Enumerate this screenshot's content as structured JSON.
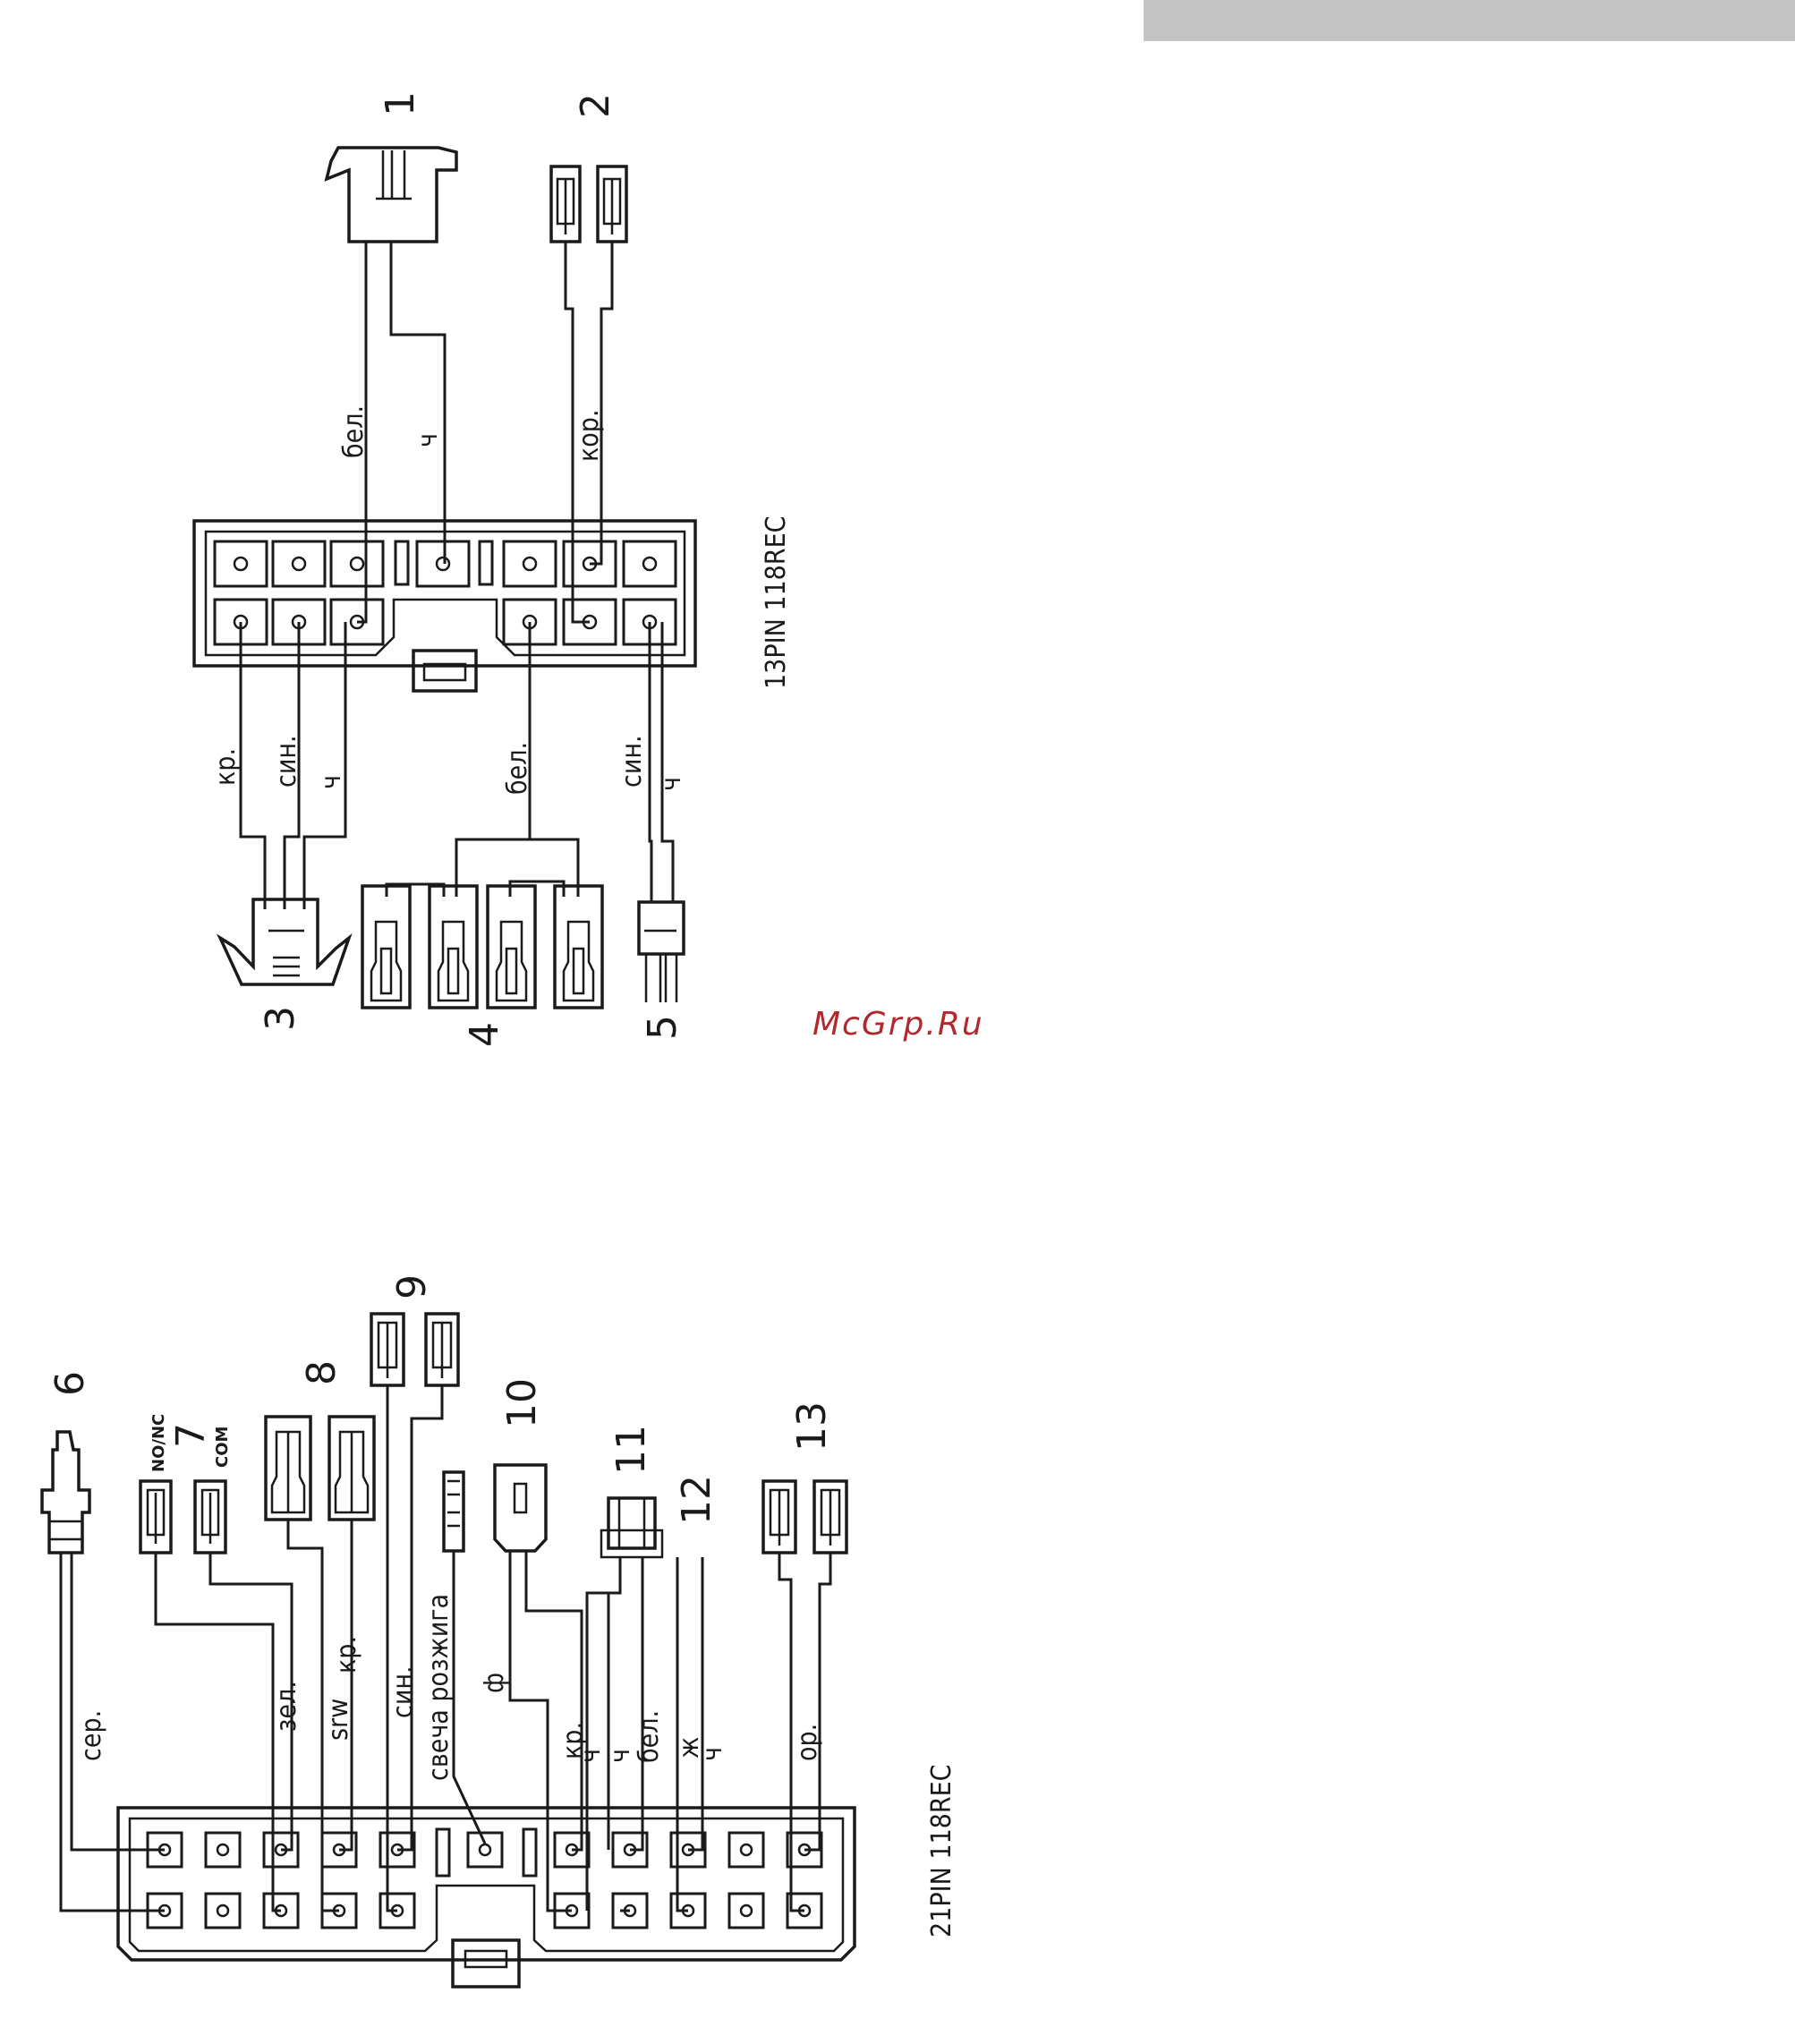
{
  "header_bar_color": "#c4c4c4",
  "watermark": {
    "text": "McGrp.Ru",
    "color": "#b3282d"
  },
  "connector_13pin": {
    "title": "13PIN 118REC",
    "component_numbers": [
      "1",
      "2",
      "3",
      "4",
      "5"
    ],
    "wire_labels": {
      "to_1_a": "бел.",
      "to_1_b": "ч",
      "to_2": "кор.",
      "to_3_a": "кр.",
      "to_3_b": "син.",
      "to_3_c": "ч",
      "to_4": "бел.",
      "to_5_a": "син.",
      "to_5_b": "ч"
    }
  },
  "connector_21pin": {
    "title": "21PIN 118REC",
    "component_numbers": [
      "6",
      "7",
      "8",
      "9",
      "10",
      "11",
      "12",
      "13"
    ],
    "switch_labels": {
      "no_nc": "NO/NC",
      "com": "COM"
    },
    "wire_labels": {
      "to_6": "сер.",
      "to_7": "зел.",
      "to_8": "кр.",
      "to_8_b": "srw",
      "to_9": "син.",
      "to_10_plug": "свеча розжига",
      "to_10": "ф",
      "to_11_a": "кр.",
      "to_11_b": "ч",
      "to_11_c": "ч",
      "to_11_d": "бел.",
      "to_12_a": "ж",
      "to_12_b": "ч",
      "to_13": "ор."
    }
  }
}
